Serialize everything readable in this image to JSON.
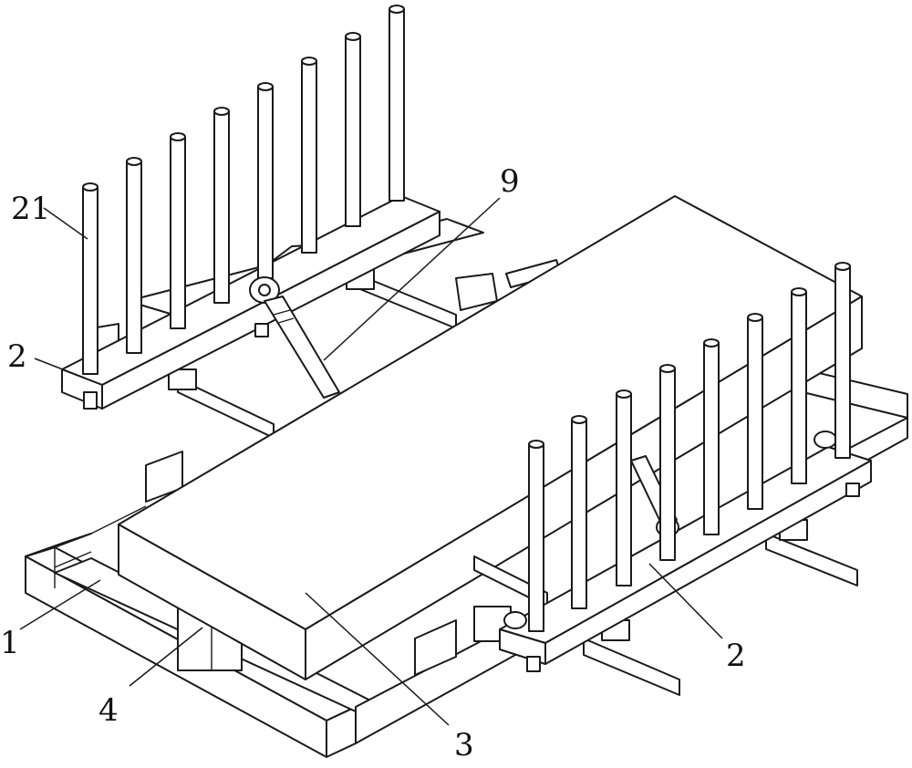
{
  "labels": {
    "frame": "1",
    "fixture_left": "2",
    "fixture_right": "2",
    "pins": "21",
    "worktable": "3",
    "support": "4",
    "cylinder": "9"
  },
  "colors": {
    "line": "#1a1a1a",
    "background": "#ffffff"
  }
}
